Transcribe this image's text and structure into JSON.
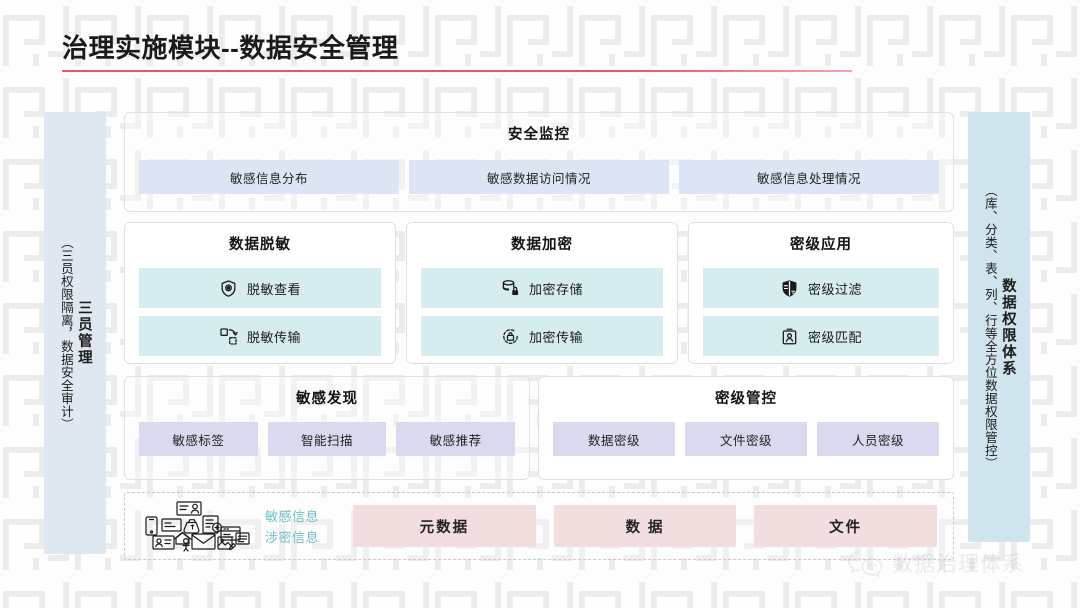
{
  "page": {
    "title": "治理实施模块--数据安全管理",
    "accent_rule_color": "#e8556b",
    "background_pattern": "greek-key-maze"
  },
  "side_panels": {
    "left": {
      "heading": "三员管理",
      "subtext": "（三员权限隔离，数据安全审计）",
      "color": "#dfe7f1"
    },
    "right": {
      "heading": "数据权限体系",
      "subtext": "（库、分类、表、列、行等全方位数据权限管控）",
      "color": "#cfe4ec"
    }
  },
  "monitor": {
    "title": "安全监控",
    "chip_color": "#dbe5f4",
    "chips": [
      {
        "label": "敏感信息分布"
      },
      {
        "label": "敏感数据访问情况"
      },
      {
        "label": "敏感信息处理情况"
      }
    ]
  },
  "feature_cards": [
    {
      "title": "数据脱敏",
      "items": [
        {
          "label": "脱敏查看",
          "icon": "shield-eye-icon"
        },
        {
          "label": "脱敏传输",
          "icon": "transform-transfer-icon"
        }
      ]
    },
    {
      "title": "数据加密",
      "items": [
        {
          "label": "加密存储",
          "icon": "database-lock-icon"
        },
        {
          "label": "加密传输",
          "icon": "circle-lock-icon"
        }
      ]
    },
    {
      "title": "密级应用",
      "items": [
        {
          "label": "密级过滤",
          "icon": "shield-filter-icon"
        },
        {
          "label": "密级匹配",
          "icon": "person-badge-icon"
        }
      ]
    }
  ],
  "feature_bar_color": "#d5edee",
  "discovery": {
    "title": "敏感发现",
    "chip_color": "#d9d9ef",
    "chips": [
      {
        "label": "敏感标签"
      },
      {
        "label": "智能扫描"
      },
      {
        "label": "敏感推荐"
      }
    ]
  },
  "classification_control": {
    "title": "密级管控",
    "chip_color": "#d9d9ef",
    "chips": [
      {
        "label": "数据密级"
      },
      {
        "label": "文件密级"
      },
      {
        "label": "人员密级"
      }
    ]
  },
  "data_sources": {
    "icon_cluster": "information-assets-icon-cluster",
    "labels": [
      {
        "text": "敏感信息"
      },
      {
        "text": "涉密信息"
      }
    ],
    "label_color": "#6fc0cd",
    "chip_color": "#f2dedf",
    "chips": [
      {
        "label": "元数据"
      },
      {
        "label": "数  据"
      },
      {
        "label": "文件"
      }
    ]
  },
  "watermark": {
    "text": "数据治理体系",
    "icon": "wechat-icon"
  }
}
